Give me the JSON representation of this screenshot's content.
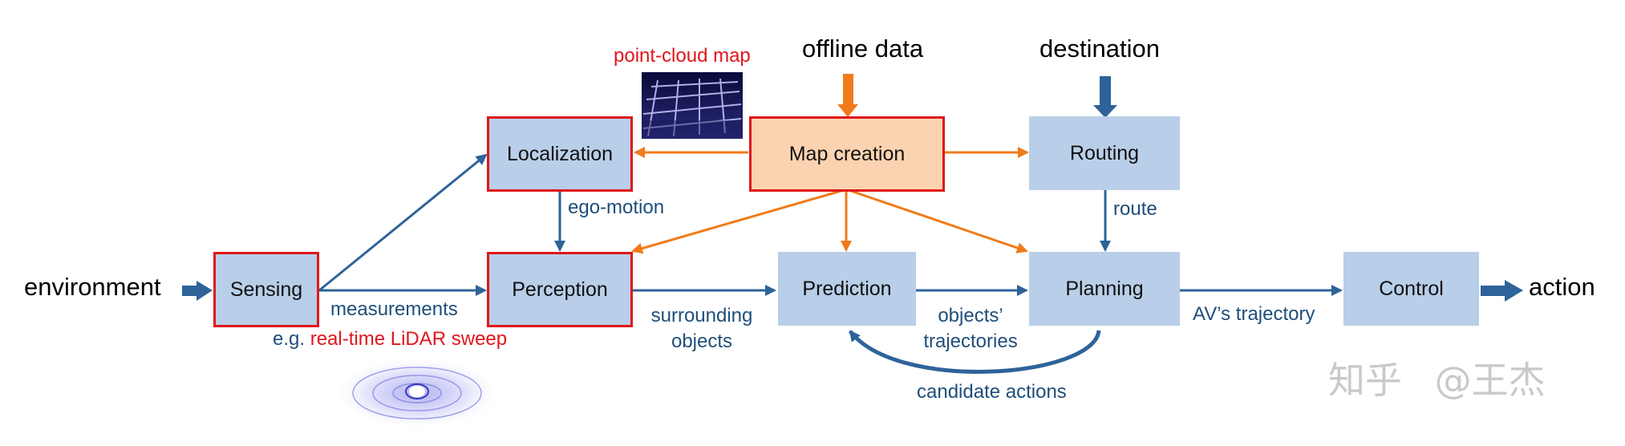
{
  "inputs": {
    "environment": "environment",
    "action": "action",
    "offline_data": "offline data",
    "destination": "destination"
  },
  "boxes": {
    "sensing": "Sensing",
    "localization": "Localization",
    "perception": "Perception",
    "map_creation": "Map creation",
    "routing": "Routing",
    "prediction": "Prediction",
    "planning": "Planning",
    "control": "Control"
  },
  "labels": {
    "point_cloud_map": "point-cloud map",
    "ego_motion": "ego-motion",
    "measurements": "measurements",
    "eg_prefix": "e.g.",
    "lidar_sweep": "real-time LiDAR sweep",
    "surrounding_line1": "surrounding",
    "surrounding_line2": "objects",
    "objects_line1": "objects’",
    "objects_line2": "trajectories",
    "route": "route",
    "av_trajectory": "AV’s trajectory",
    "candidate_actions": "candidate actions"
  },
  "watermark": {
    "icon_text": "知乎",
    "author": "@王杰"
  },
  "colors": {
    "box_fill": "#b9cee8",
    "map_fill": "#fcd3b0",
    "red_border": "#e0161b",
    "blue_arrow": "#2e6399",
    "orange_arrow": "#f07b1a",
    "label_text": "#1f4e7a"
  }
}
